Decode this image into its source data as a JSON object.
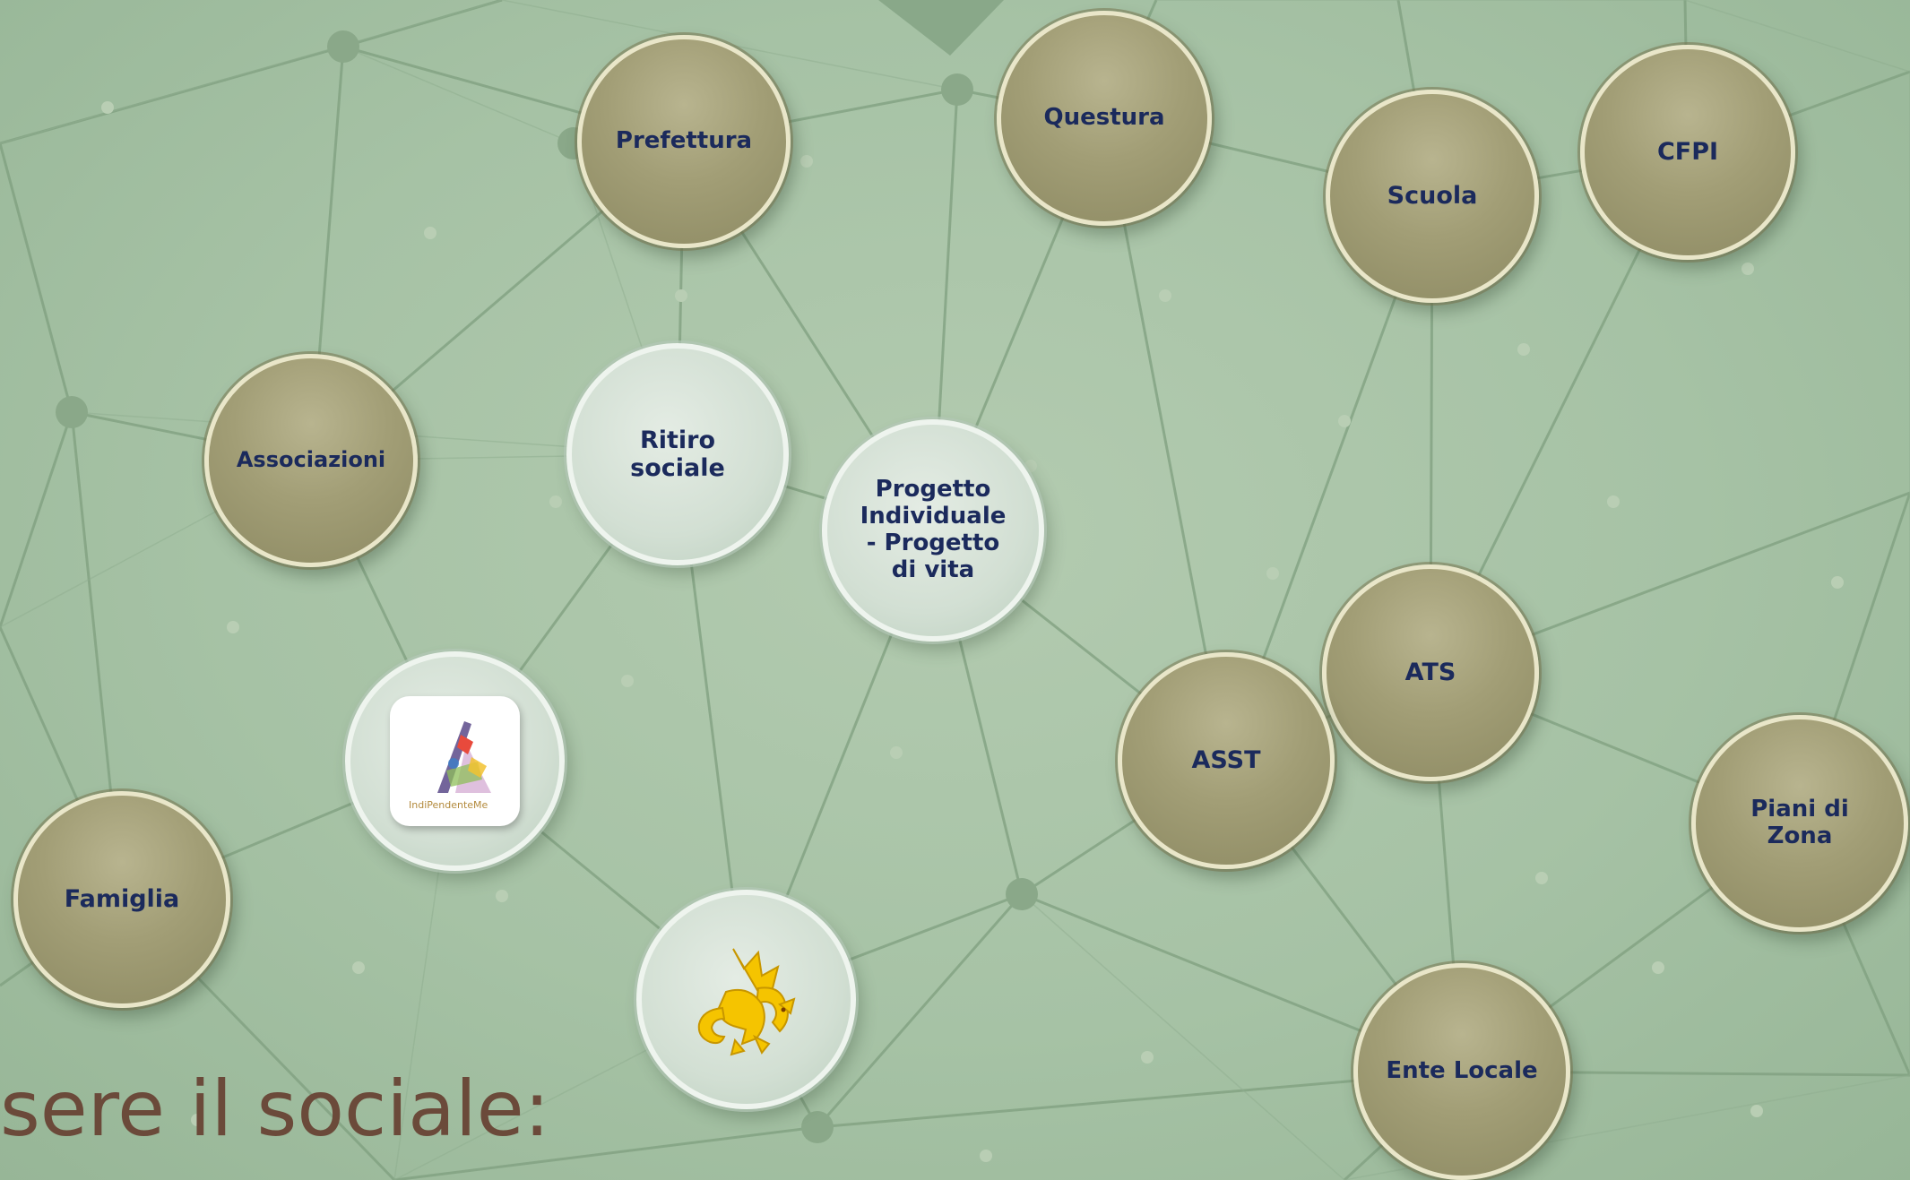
{
  "nodes": {
    "prefettura": "Prefettura",
    "questura": "Questura",
    "scuola": "Scuola",
    "cfpi": "CFPI",
    "associazioni": "Associazioni",
    "ritiro": "Ritiro\nsociale",
    "progetto": "Progetto\nIndividuale\n- Progetto\ndi vita",
    "ats": "ATS",
    "asst": "ASST",
    "piani": "Piani di\nZona",
    "famiglia": "Famiglia",
    "ente": "Ente Locale"
  },
  "logos": {
    "indipendenteme": "IndiPendenteMe",
    "dragon": "dragon-emblem"
  },
  "footer": {
    "text": "sere il sociale:"
  },
  "colors": {
    "background": "#a6c2a5",
    "node_gold": "#a29e76",
    "node_light": "#d2dfd3",
    "label": "#1b2a5c",
    "footer_text": "#6b4a3a"
  }
}
